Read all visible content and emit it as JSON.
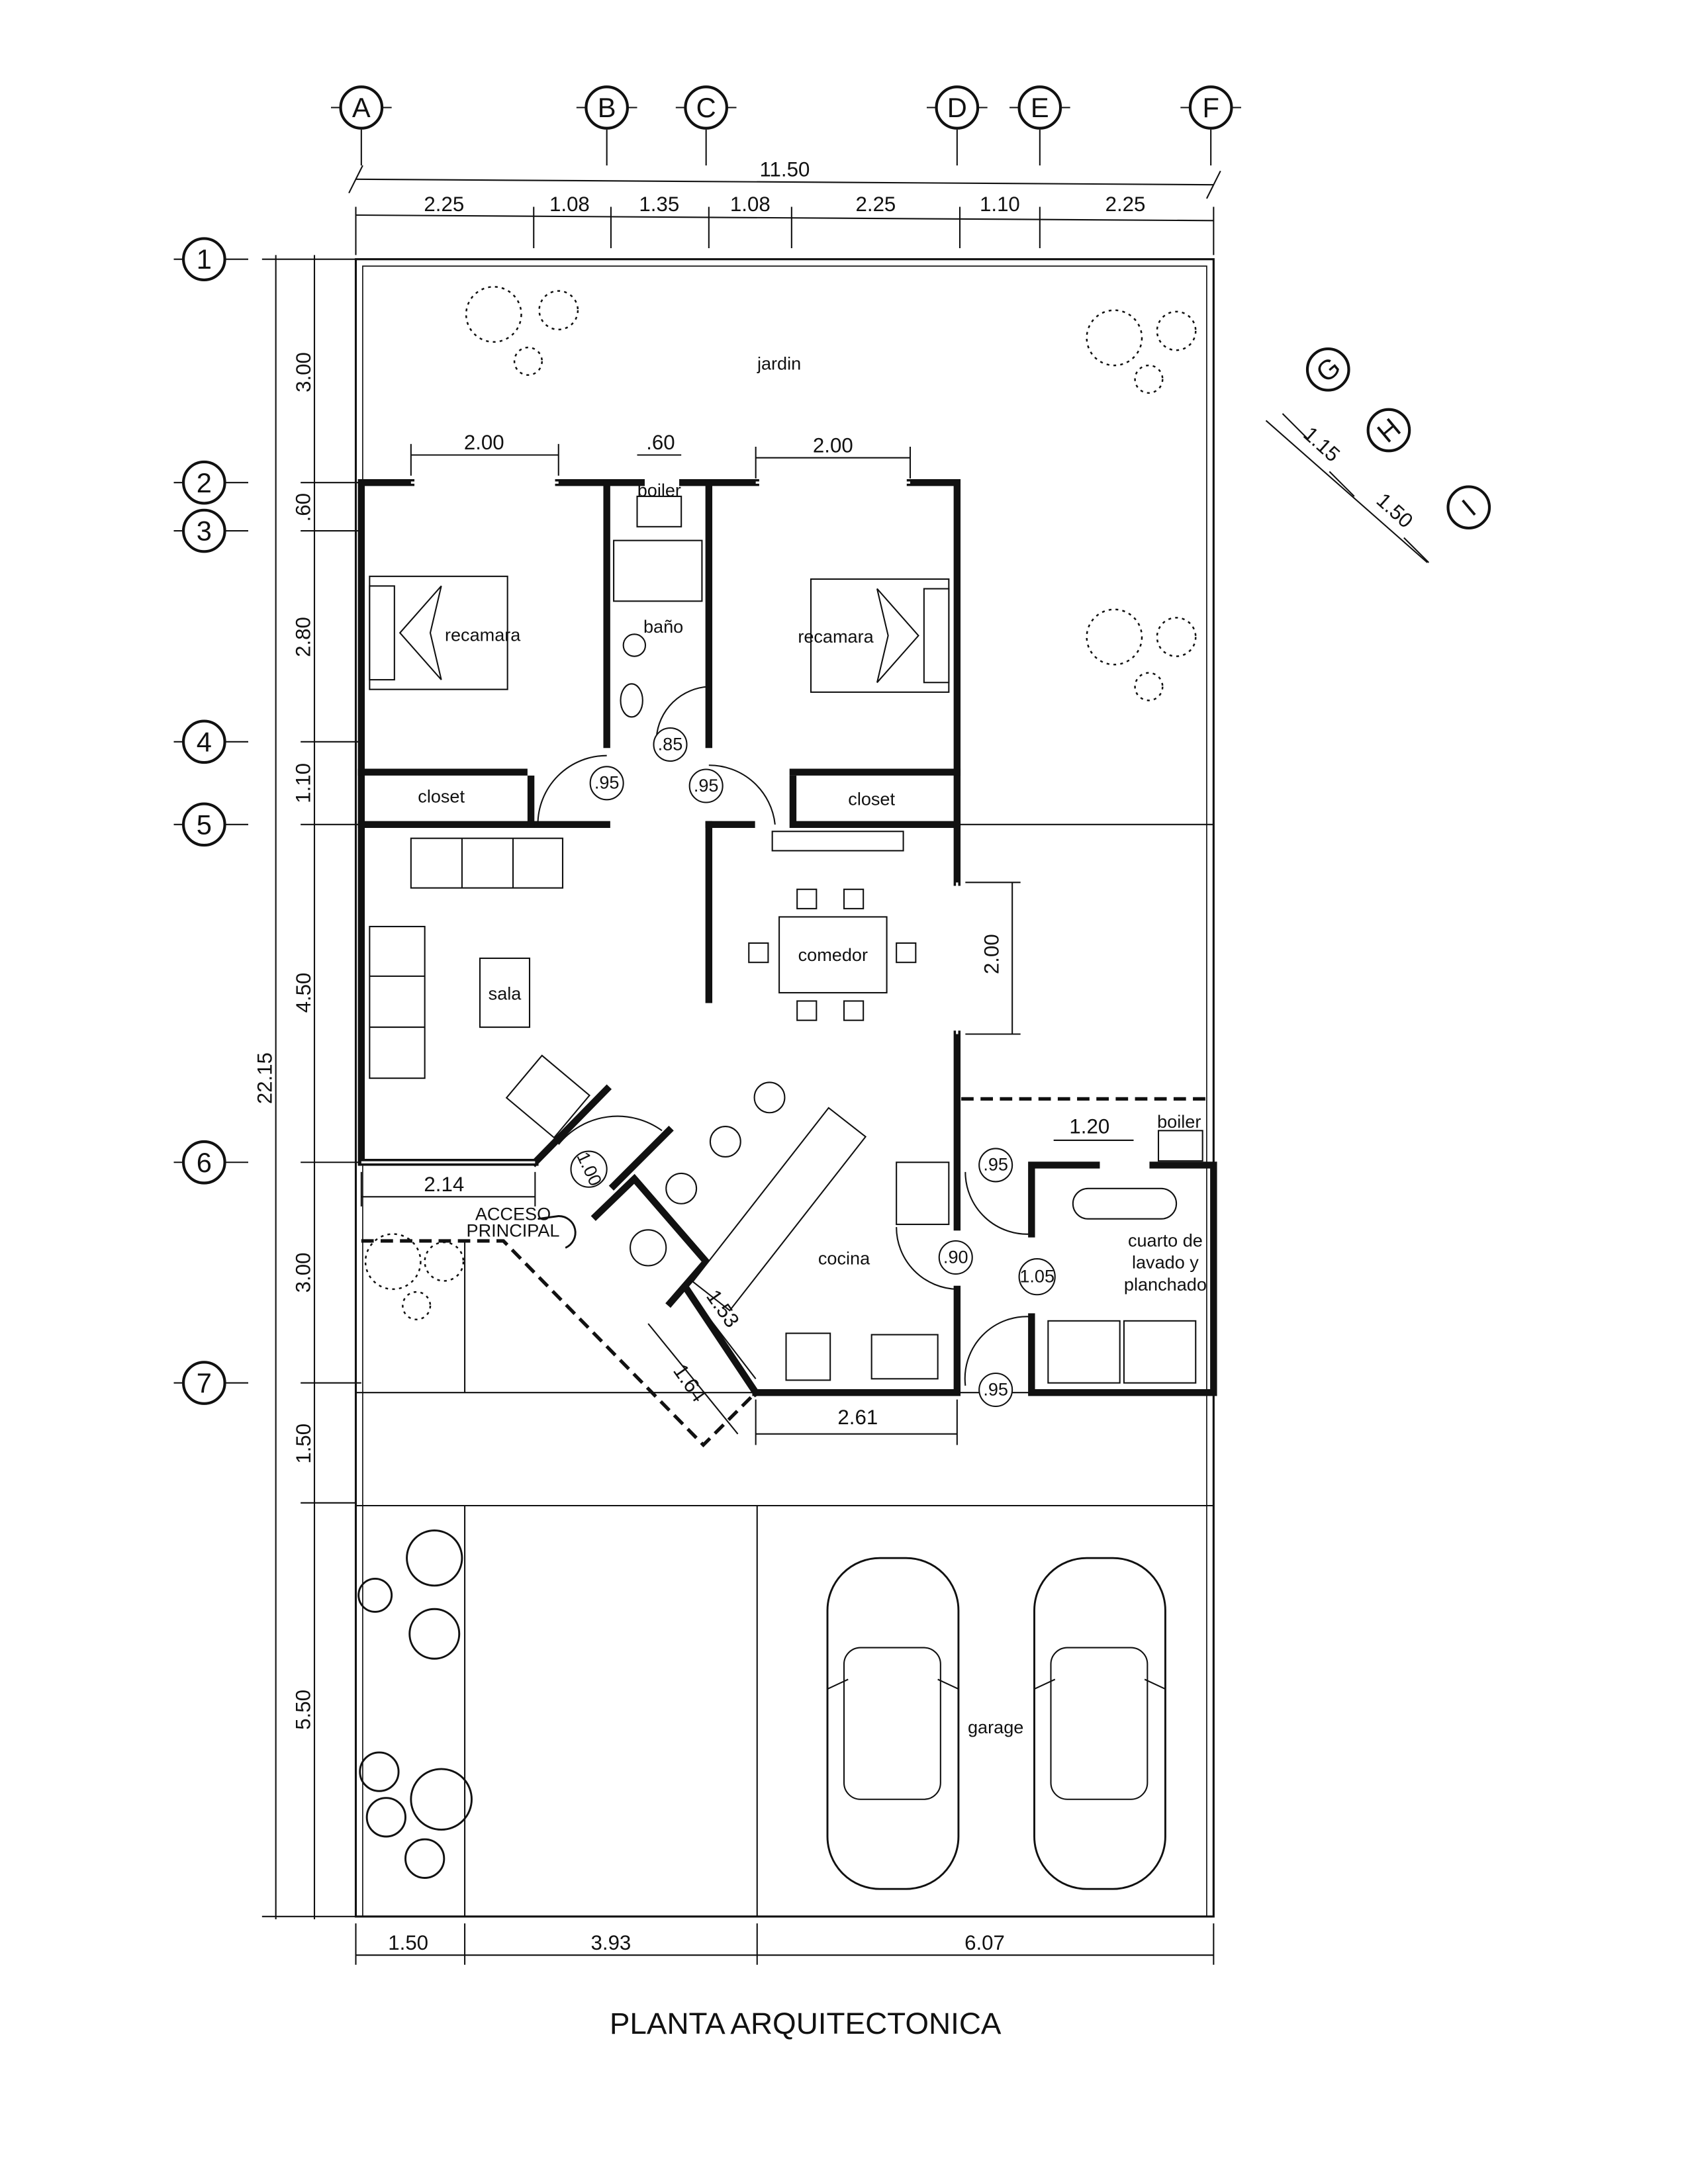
{
  "title": "PLANTA ARQUITECTONICA",
  "grid_columns": [
    "A",
    "B",
    "C",
    "D",
    "E",
    "F"
  ],
  "grid_rows": [
    "1",
    "2",
    "3",
    "4",
    "5",
    "6",
    "7"
  ],
  "grid_diagonal": [
    "G",
    "H",
    "I"
  ],
  "dimensions": {
    "top_overall": "11.50",
    "top_partial": [
      "2.25",
      "1.08",
      "1.35",
      "1.08",
      "2.25",
      "1.10",
      "2.25"
    ],
    "left_overall": "22.15",
    "left_partial": [
      "3.00",
      ".60",
      "2.80",
      "1.10",
      "4.50",
      "3.00",
      "1.50",
      "5.50"
    ],
    "bottom_partial": [
      "1.50",
      "3.93",
      "6.07"
    ],
    "diagonal": [
      "1.15",
      "1.50"
    ],
    "bedroom_left_window": "2.00",
    "boiler_width": ".60",
    "bedroom_right_window": "2.00",
    "dining_window": "2.00",
    "laundry_width": "1.20",
    "living_bottom": "2.14",
    "diag_inner": "1.53",
    "diag_outer": "1.64",
    "kitchen_bottom": "2.61"
  },
  "rooms": {
    "garden": "jardin",
    "bedroom_left": "recamara",
    "bathroom": "baño",
    "bedroom_right": "recamara",
    "closet_left": "closet",
    "closet_right": "closet",
    "living": "sala",
    "dining": "comedor",
    "kitchen": "cocina",
    "laundry": [
      "cuarto de",
      "lavado y",
      "planchado"
    ],
    "garage": "garage",
    "boiler_top": "boiler",
    "boiler_laundry": "boiler",
    "entrance": [
      "ACCESO",
      "PRINCIPAL"
    ]
  },
  "doors": [
    ".95",
    ".85",
    ".95",
    "1.00",
    ".95",
    ".90",
    "1.05",
    ".95"
  ]
}
